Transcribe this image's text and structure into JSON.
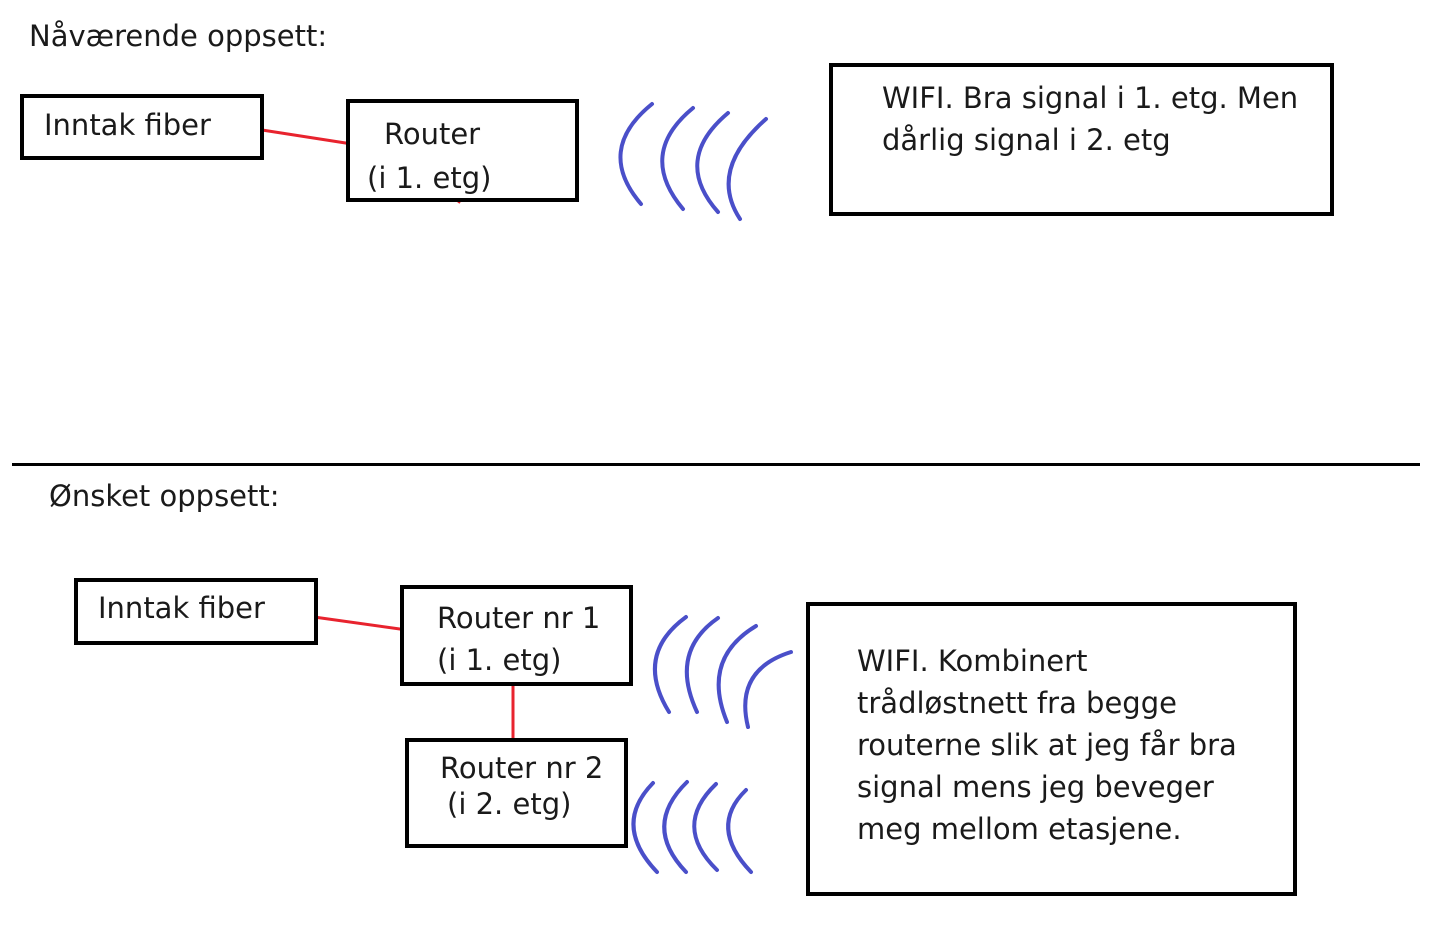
{
  "current": {
    "heading": "Nåværende oppsett:",
    "fiber_label": "Inntak fiber",
    "router_title": "Router",
    "router_floor": "(i 1. etg)",
    "wifi_text": "WIFI. Bra signal i 1. etg. Men dårlig signal i 2. etg"
  },
  "desired": {
    "heading": "Ønsket oppsett:",
    "fiber_label": "Inntak fiber",
    "router1_title": "Router nr 1",
    "router1_floor": "(i 1. etg)",
    "router2_title": "Router nr 2",
    "router2_floor": "(i 2. etg)",
    "wifi_line1": "WIFI. Kombinert",
    "wifi_line2": "trådløstnett fra begge",
    "wifi_line3": "routerne slik at jeg får bra",
    "wifi_line4": "signal mens jeg beveger",
    "wifi_line5": "meg mellom etasjene."
  },
  "colors": {
    "cable": "#e8232e",
    "wifi_wave": "#4a4fc9",
    "border": "#000000"
  }
}
